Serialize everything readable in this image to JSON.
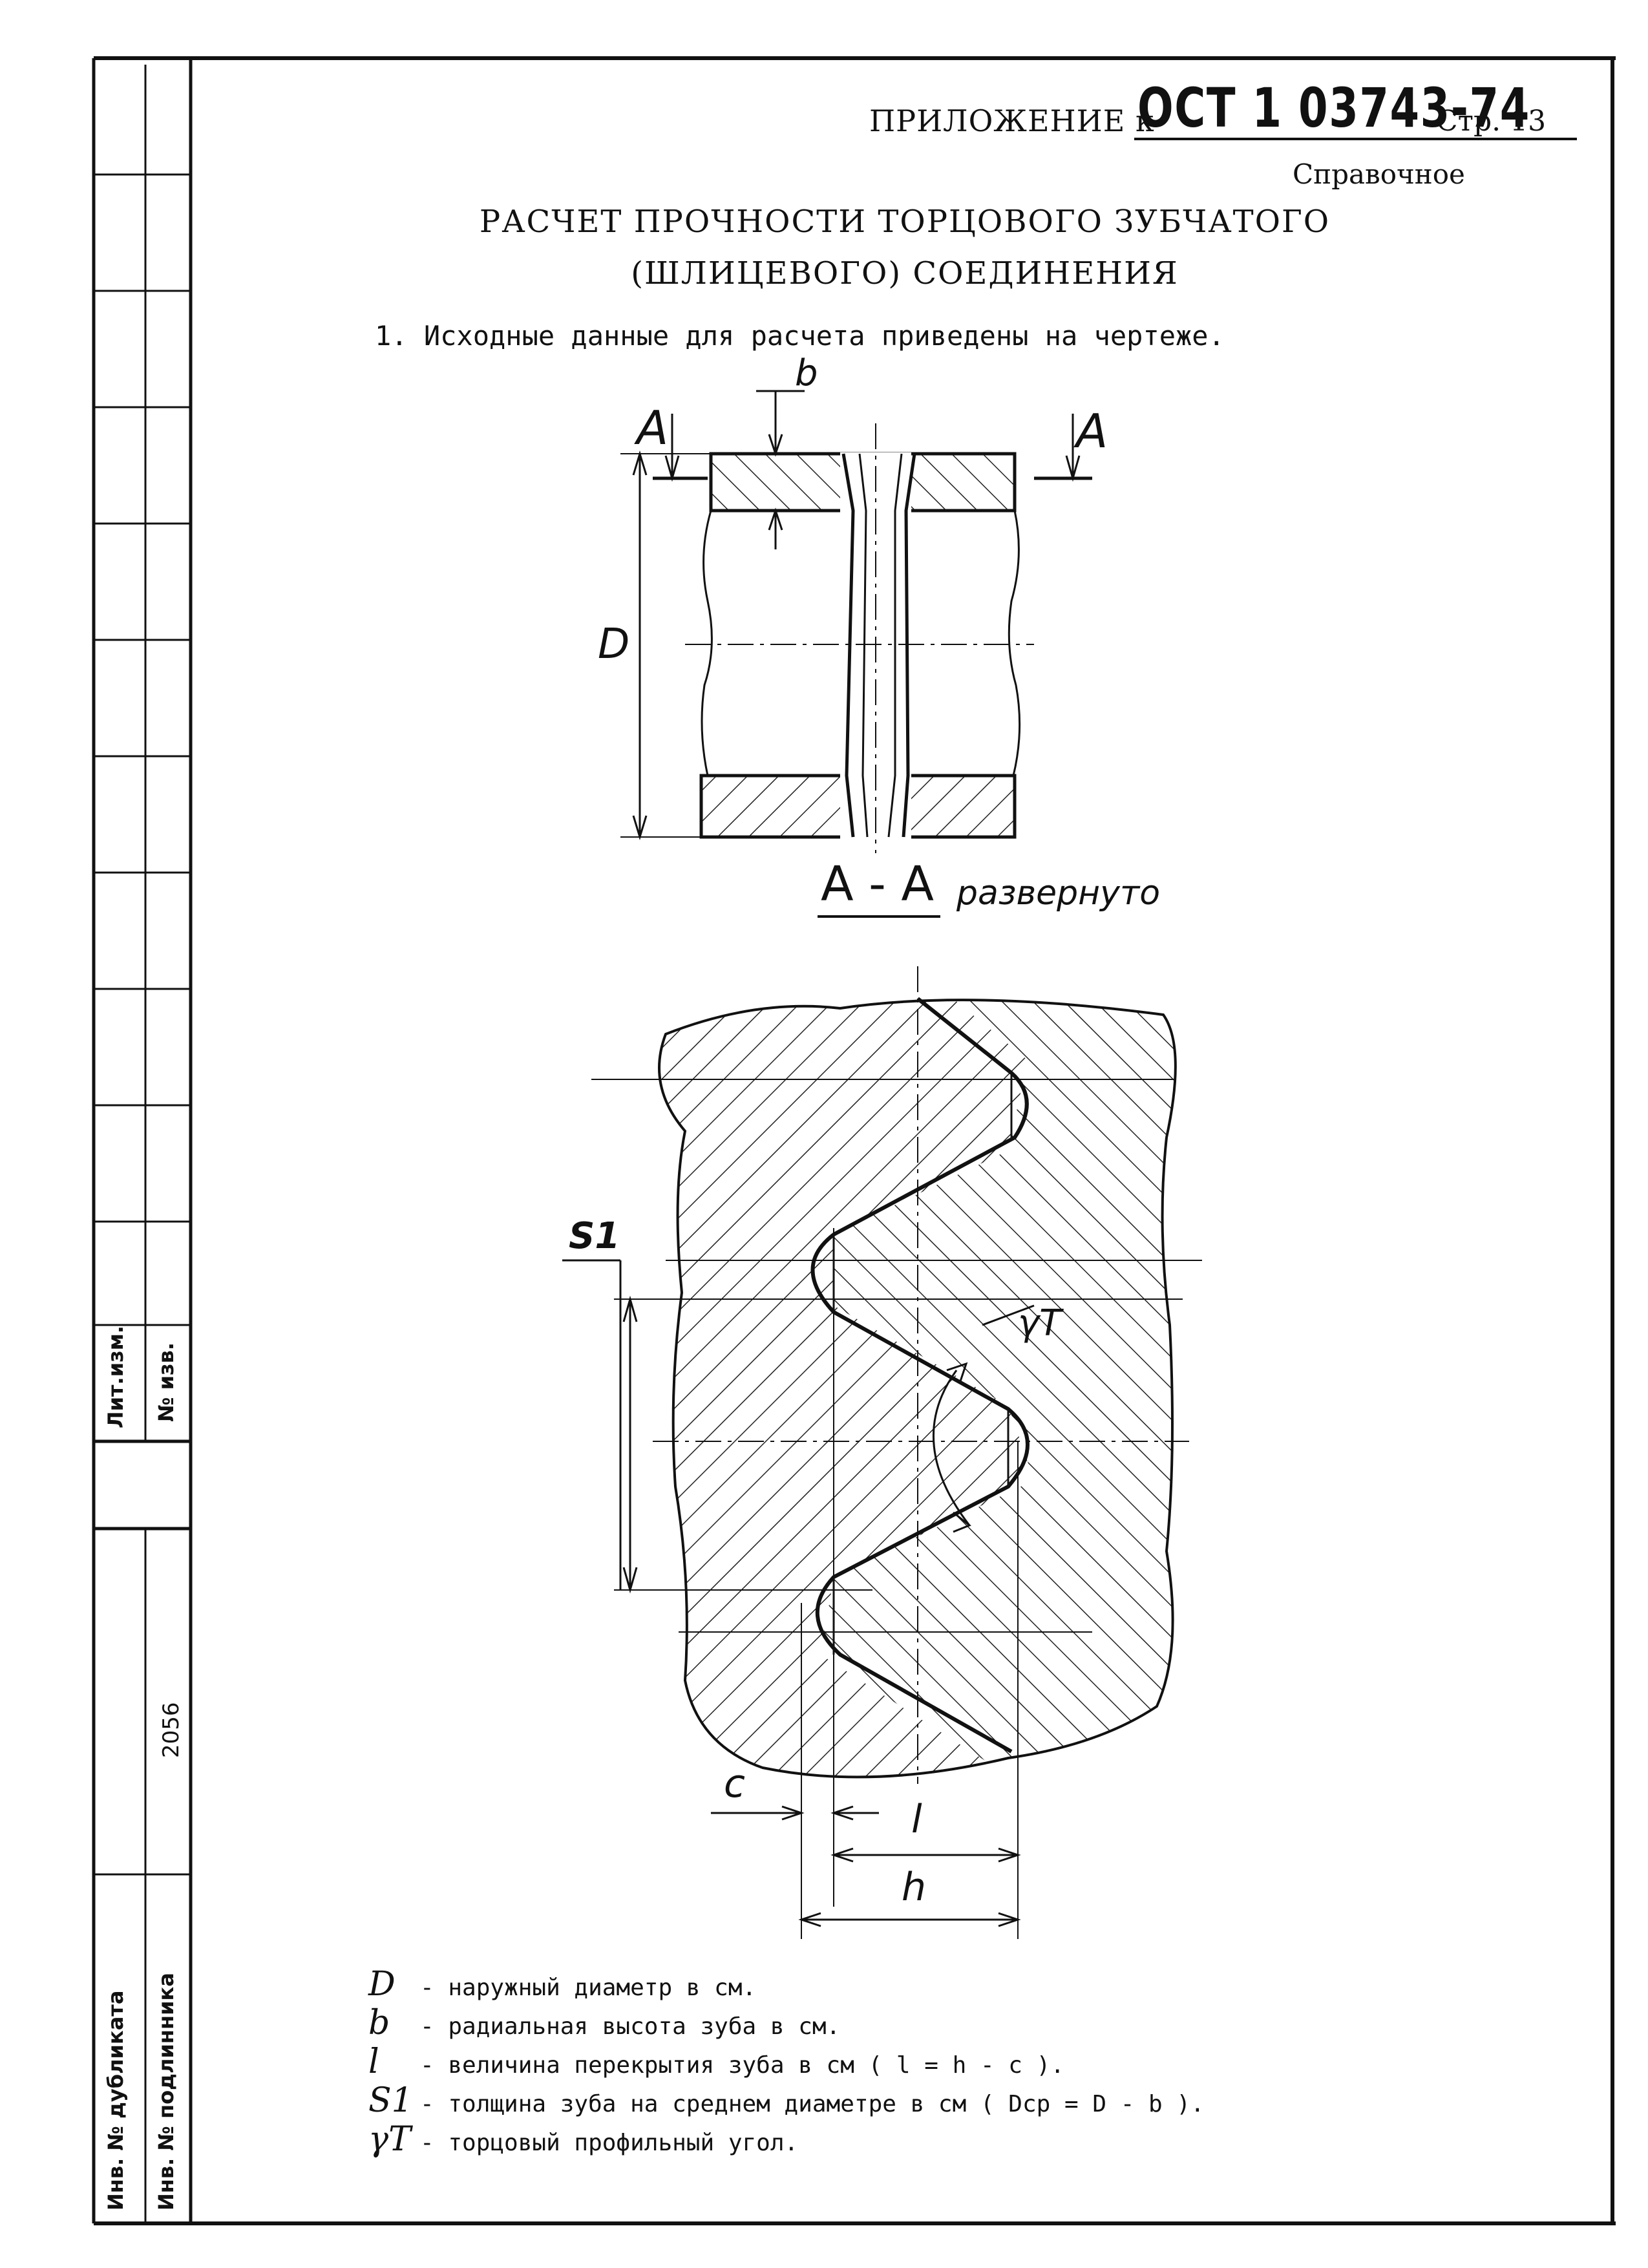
{
  "header": {
    "appendix_label": "ПРИЛОЖЕНИЕ к",
    "standard": "ОСТ 1 03743-74",
    "page_label": "Стр. 13",
    "reference_note": "Справочное"
  },
  "title": {
    "line1": "РАСЧЕТ ПРОЧНОСТИ ТОРЦОВОГО ЗУБЧАТОГО",
    "line2": "(ШЛИЦЕВОГО) СОЕДИНЕНИЯ"
  },
  "intro": "1. Исходные данные для расчета приведены на чертеже.",
  "drawing": {
    "section_left": "A",
    "section_right": "A",
    "dim_b": "b",
    "dim_D": "D",
    "section_caption": "А - А",
    "section_caption_note": "развернуто",
    "dim_S1": "S1",
    "dim_gamma": "γT",
    "dim_c": "c",
    "dim_l": "l",
    "dim_h": "h"
  },
  "legend": [
    {
      "symbol": "D",
      "text": "- наружный диаметр в см."
    },
    {
      "symbol": "b",
      "text": "- радиальная высота зуба в см."
    },
    {
      "symbol": "l",
      "text": "- величина перекрытия зуба в см ( l = h - c )."
    },
    {
      "symbol": "S1",
      "text": "- толщина зуба на среднем диаметре в см ( Dср = D - b )."
    },
    {
      "symbol": "γT",
      "text": "- торцовый профильный угол."
    }
  ],
  "sidebar": {
    "lit_izm": "Лит.изм.",
    "no_izv": "№ изв.",
    "number": "2056",
    "inv_dublikata": "Инв. № дубликата",
    "inv_podlinnika": "Инв. № подлинника"
  }
}
